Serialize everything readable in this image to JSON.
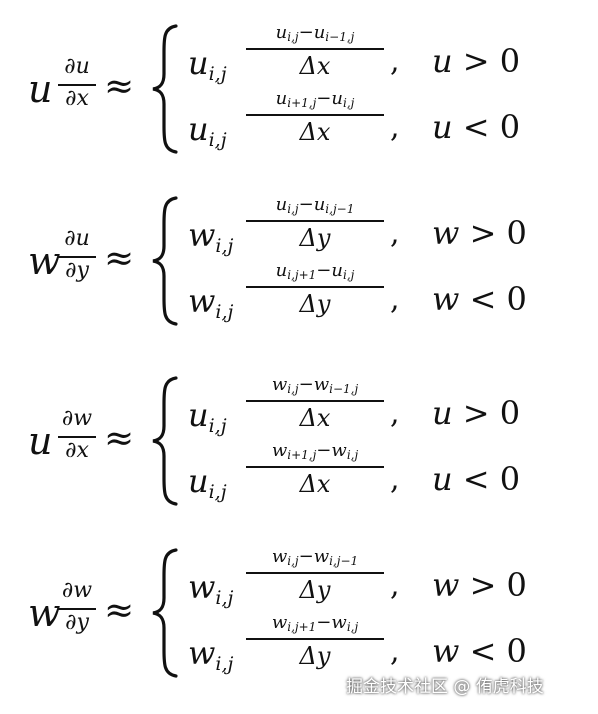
{
  "equations": [
    {
      "lhs_var": "u",
      "lhs_num": "∂u",
      "lhs_den": "∂x",
      "approx": "≈",
      "cases": [
        {
          "coef": "u",
          "coef_sub": "i,j",
          "num": "u",
          "num_sub1": "i,j",
          "minus": "−",
          "num2": "u",
          "num_sub2": "i−1,j",
          "den": "Δx",
          "comma": ",",
          "cond_var": "u",
          "cond_op": ">",
          "cond_val": "0"
        },
        {
          "coef": "u",
          "coef_sub": "i,j",
          "num": "u",
          "num_sub1": "i+1,j",
          "minus": "−",
          "num2": "u",
          "num_sub2": "i,j",
          "den": "Δx",
          "comma": ",",
          "cond_var": "u",
          "cond_op": "<",
          "cond_val": "0"
        }
      ]
    },
    {
      "lhs_var": "w",
      "lhs_num": "∂u",
      "lhs_den": "∂y",
      "approx": "≈",
      "cases": [
        {
          "coef": "w",
          "coef_sub": "i,j",
          "num": "u",
          "num_sub1": "i,j",
          "minus": "−",
          "num2": "u",
          "num_sub2": "i,j−1",
          "den": "Δy",
          "comma": ",",
          "cond_var": "w",
          "cond_op": ">",
          "cond_val": "0"
        },
        {
          "coef": "w",
          "coef_sub": "i,j",
          "num": "u",
          "num_sub1": "i,j+1",
          "minus": "−",
          "num2": "u",
          "num_sub2": "i,j",
          "den": "Δy",
          "comma": ",",
          "cond_var": "w",
          "cond_op": "<",
          "cond_val": "0"
        }
      ]
    },
    {
      "lhs_var": "u",
      "lhs_num": "∂w",
      "lhs_den": "∂x",
      "approx": "≈",
      "cases": [
        {
          "coef": "u",
          "coef_sub": "i,j",
          "num": "w",
          "num_sub1": "i,j",
          "minus": "−",
          "num2": "w",
          "num_sub2": "i−1,j",
          "den": "Δx",
          "comma": ",",
          "cond_var": "u",
          "cond_op": ">",
          "cond_val": "0"
        },
        {
          "coef": "u",
          "coef_sub": "i,j",
          "num": "w",
          "num_sub1": "i+1,j",
          "minus": "−",
          "num2": "w",
          "num_sub2": "i,j",
          "den": "Δx",
          "comma": ",",
          "cond_var": "u",
          "cond_op": "<",
          "cond_val": "0"
        }
      ]
    },
    {
      "lhs_var": "w",
      "lhs_num": "∂w",
      "lhs_den": "∂y",
      "approx": "≈",
      "cases": [
        {
          "coef": "w",
          "coef_sub": "i,j",
          "num": "w",
          "num_sub1": "i,j",
          "minus": "−",
          "num2": "w",
          "num_sub2": "i,j−1",
          "den": "Δy",
          "comma": ",",
          "cond_var": "w",
          "cond_op": ">",
          "cond_val": "0"
        },
        {
          "coef": "w",
          "coef_sub": "i,j",
          "num": "w",
          "num_sub1": "i,j+1",
          "minus": "−",
          "num2": "w",
          "num_sub2": "i,j",
          "den": "Δy",
          "comma": ",",
          "cond_var": "w",
          "cond_op": "<",
          "cond_val": "0"
        }
      ]
    }
  ],
  "watermark": "掘金技术社区 @ 侑虎科技"
}
